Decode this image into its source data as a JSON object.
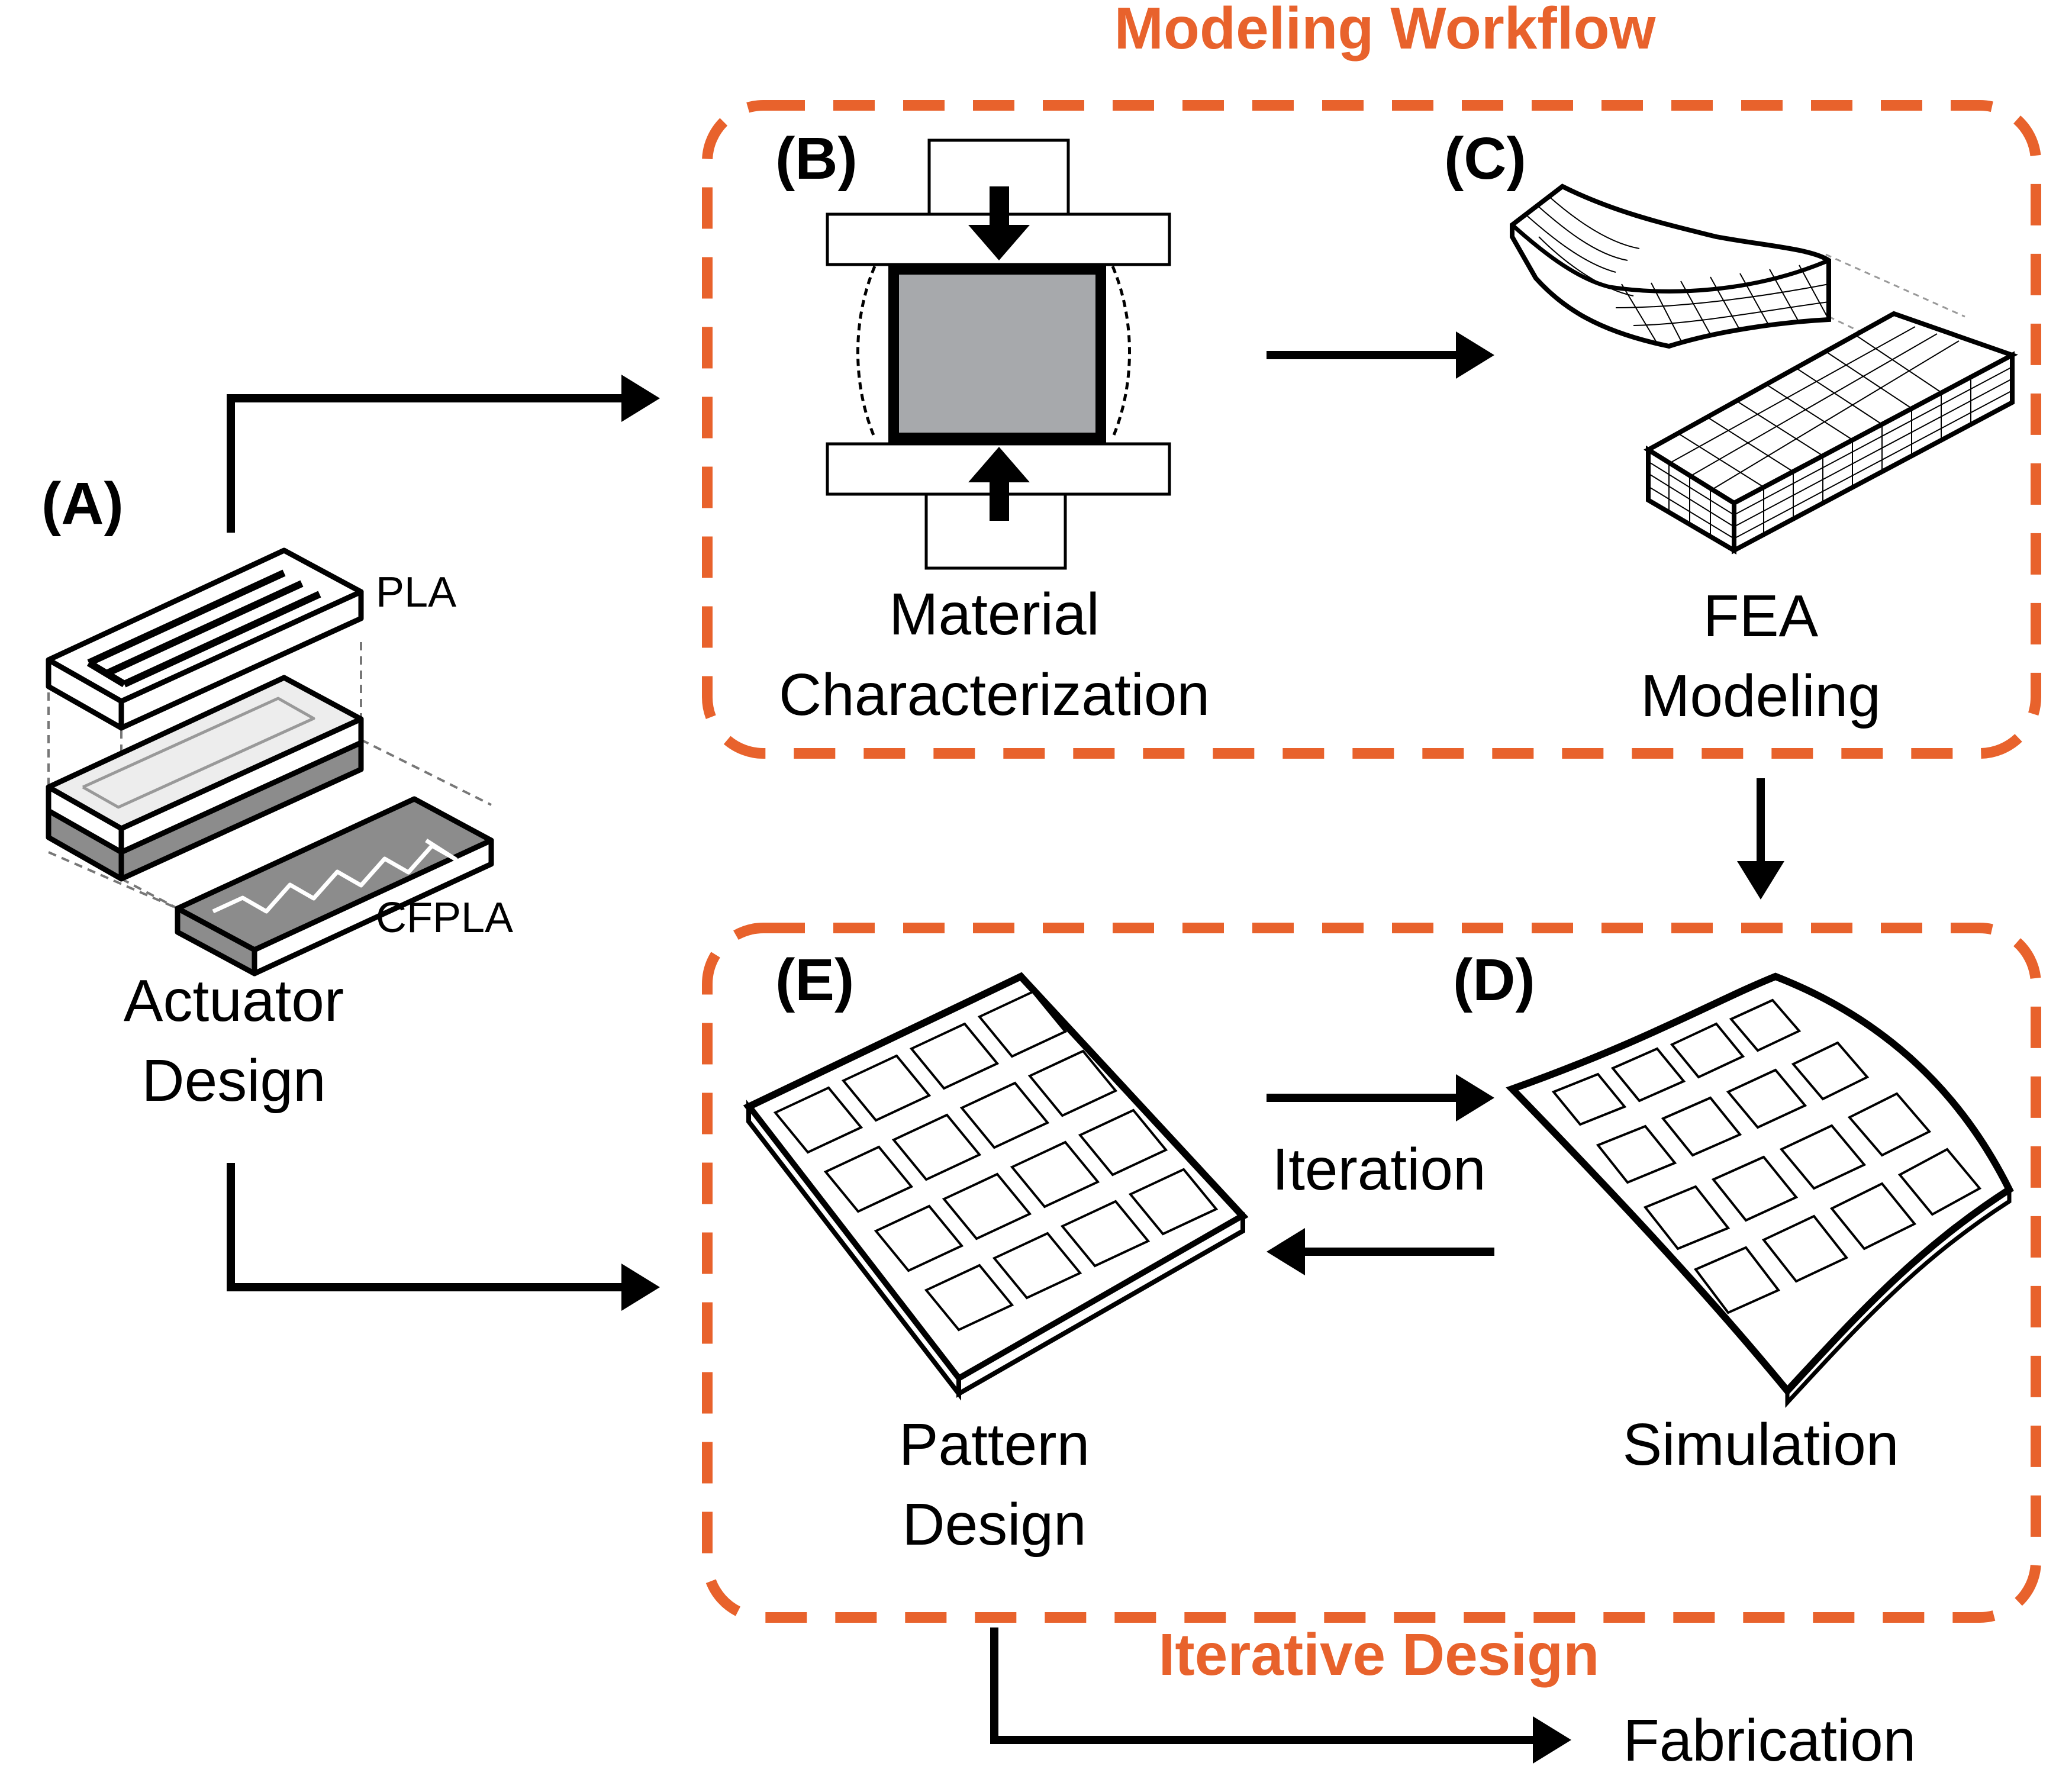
{
  "colors": {
    "accent": "#E8622C",
    "specimen_gray": "#A7A9AC",
    "layer_dark_gray": "#8C8C8C",
    "layer_light_gray": "#EDEDED",
    "line": "#000000"
  },
  "groups": {
    "modeling_workflow": {
      "title": "Modeling Workflow"
    },
    "iterative_design": {
      "title": "Iterative Design"
    }
  },
  "panels": {
    "a": {
      "label": "(A)",
      "caption_line1": "Actuator",
      "caption_line2": "Design",
      "layer_top": "PLA",
      "layer_bottom": "CFPLA"
    },
    "b": {
      "label": "(B)",
      "caption_line1": "Material",
      "caption_line2": "Characterization"
    },
    "c": {
      "label": "(C)",
      "caption_line1": "FEA",
      "caption_line2": "Modeling"
    },
    "d": {
      "label": "(D)",
      "caption": "Simulation"
    },
    "e": {
      "label": "(E)",
      "caption_line1": "Pattern",
      "caption_line2": "Design"
    }
  },
  "flow": {
    "iteration_label": "Iteration",
    "output_label": "Fabrication"
  }
}
